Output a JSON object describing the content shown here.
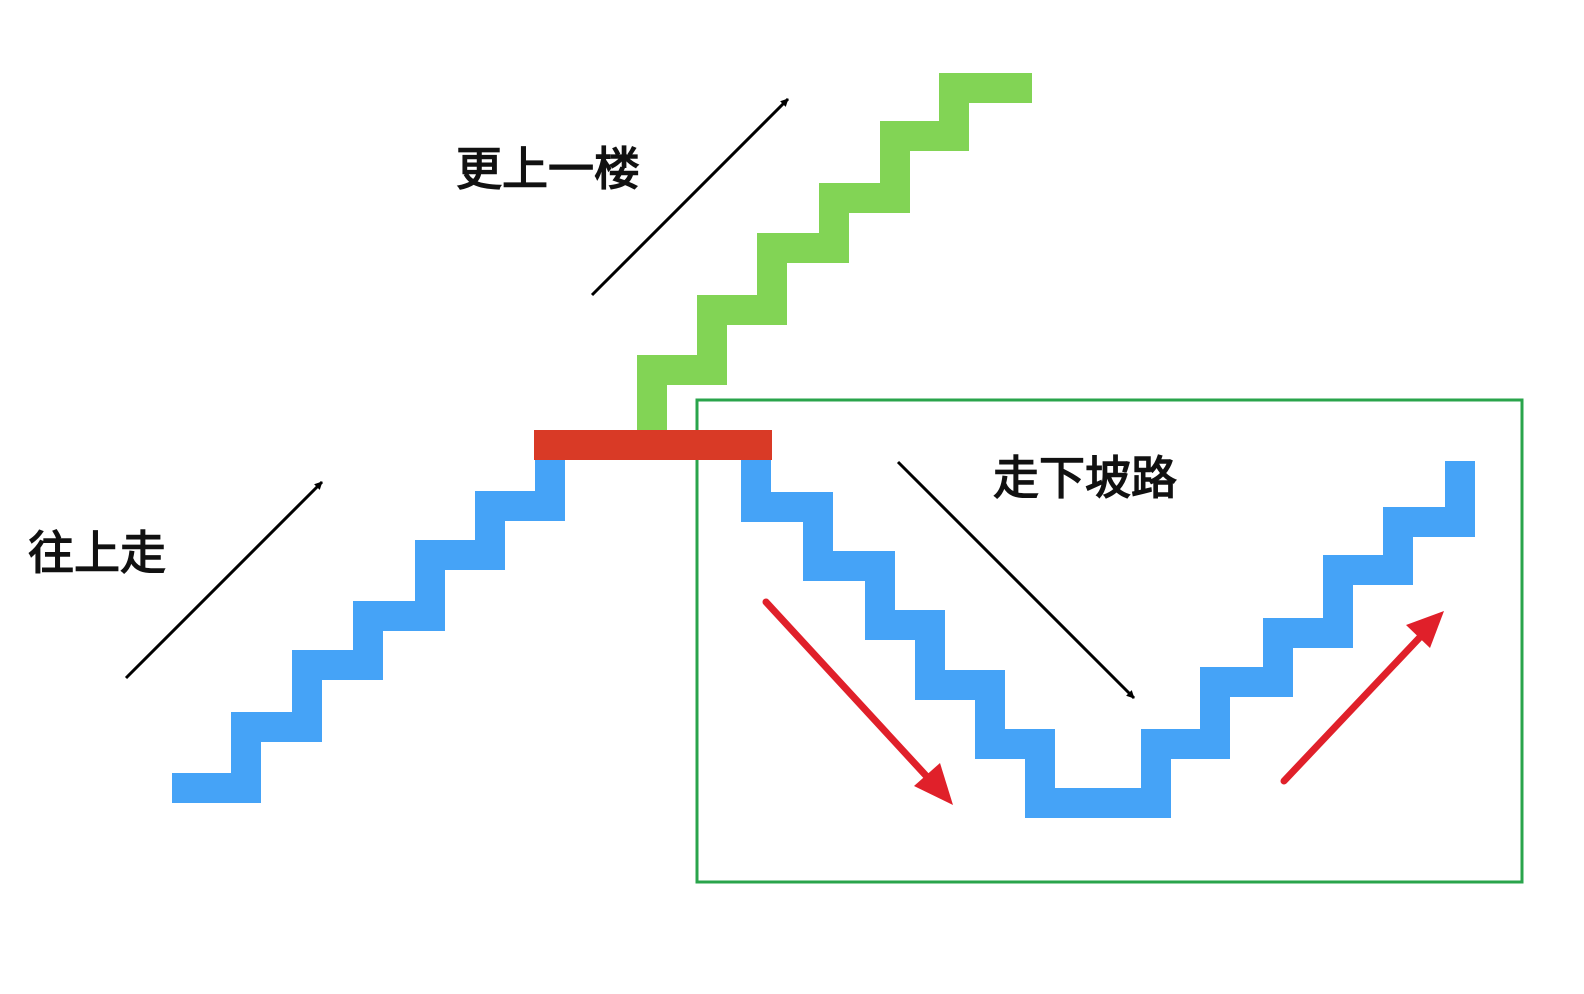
{
  "labels": {
    "go_up": "往上走",
    "next_floor": "更上一楼",
    "downhill": "走下坡路"
  },
  "colors": {
    "blue_stairs": "#45a3f7",
    "green_stairs": "#82d455",
    "red_landing": "#d93a26",
    "frame": "#2aa44b",
    "black_arrow": "#000000",
    "red_arrow": "#e0202a"
  }
}
